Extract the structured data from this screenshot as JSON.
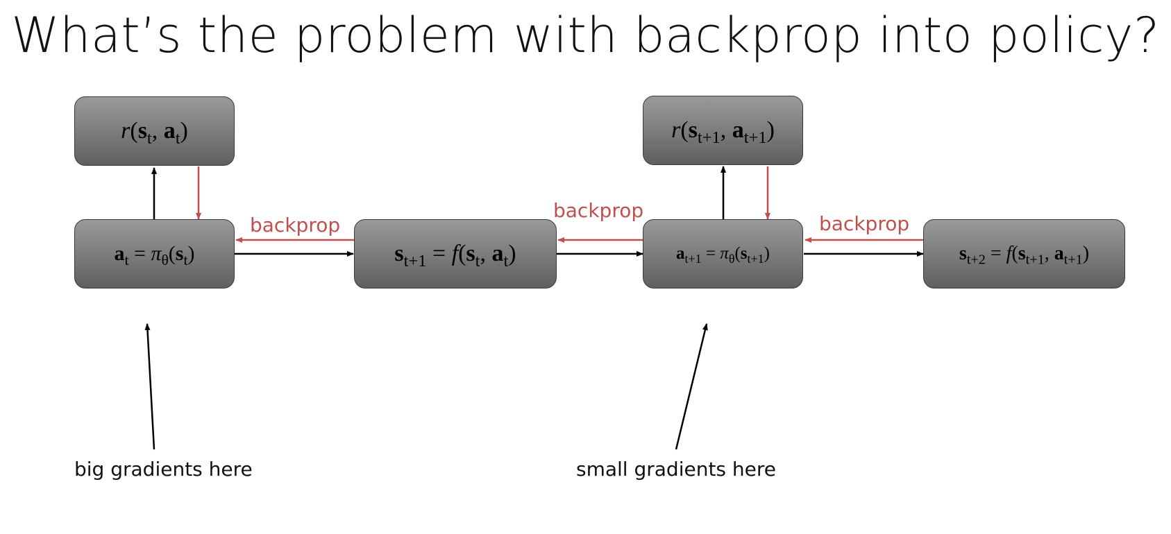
{
  "title": "What’s the problem with backprop into policy?",
  "nodes": {
    "reward_t": {
      "base": "r",
      "args": [
        {
          "b": "s",
          "sub": "t"
        },
        {
          "b": "a",
          "sub": "t"
        }
      ]
    },
    "reward_t1": {
      "base": "r",
      "args": [
        {
          "b": "s",
          "sub": "t+1"
        },
        {
          "b": "a",
          "sub": "t+1"
        }
      ]
    },
    "action_t": {
      "lhs": {
        "b": "a",
        "sub": "t"
      },
      "fn": "π",
      "fn_sub": "θ",
      "args": [
        {
          "b": "s",
          "sub": "t"
        }
      ]
    },
    "state_t1": {
      "lhs": {
        "b": "s",
        "sub": "t+1"
      },
      "fn": "f",
      "fn_sub": "",
      "args": [
        {
          "b": "s",
          "sub": "t"
        },
        {
          "b": "a",
          "sub": "t"
        }
      ]
    },
    "action_t1": {
      "lhs": {
        "b": "a",
        "sub": "t+1"
      },
      "fn": "π",
      "fn_sub": "θ",
      "args": [
        {
          "b": "s",
          "sub": "t+1"
        }
      ]
    },
    "state_t2": {
      "lhs": {
        "b": "s",
        "sub": "t+2"
      },
      "fn": "f",
      "fn_sub": "",
      "args": [
        {
          "b": "s",
          "sub": "t+1"
        },
        {
          "b": "a",
          "sub": "t+1"
        }
      ]
    }
  },
  "backprop_labels": [
    "backprop",
    "backprop",
    "backprop"
  ],
  "annotations": {
    "big": "big gradients here",
    "small": "small gradients here"
  },
  "colors": {
    "backprop": "#c0504d",
    "forward": "#000000",
    "node_fill_top": "#9a9a9a",
    "node_fill_bottom": "#5f5f5f"
  }
}
